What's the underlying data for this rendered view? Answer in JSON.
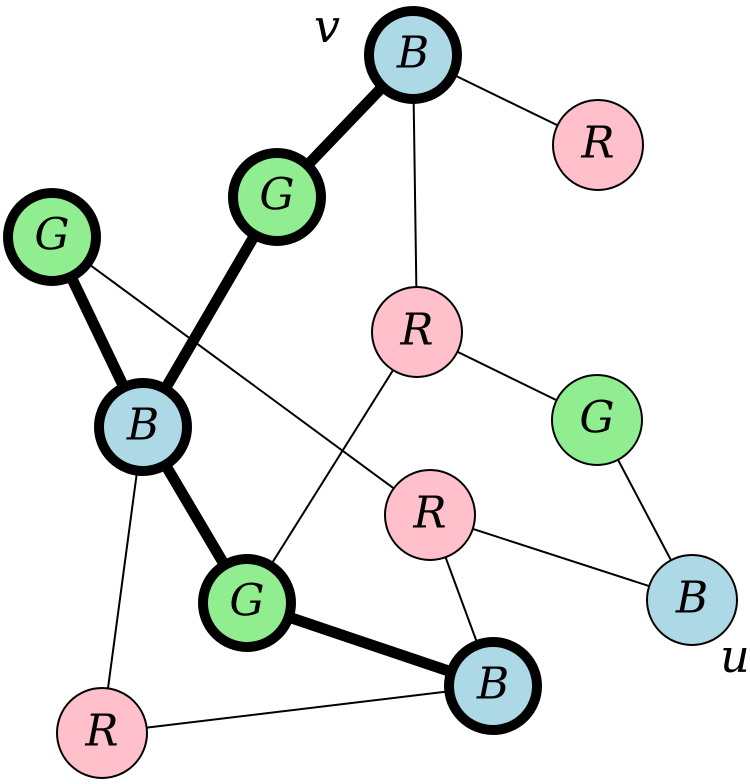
{
  "colors": {
    "R": "#ffc0cb",
    "G": "#90ee90",
    "B": "#add8e6",
    "stroke": "#000000"
  },
  "nodes": [
    {
      "id": "n1",
      "label": "B",
      "color": "B",
      "highlight": true
    },
    {
      "id": "n2",
      "label": "R",
      "color": "R",
      "highlight": false
    },
    {
      "id": "n3",
      "label": "G",
      "color": "G",
      "highlight": true
    },
    {
      "id": "n4",
      "label": "G",
      "color": "G",
      "highlight": true
    },
    {
      "id": "n5",
      "label": "R",
      "color": "R",
      "highlight": false
    },
    {
      "id": "n6",
      "label": "B",
      "color": "B",
      "highlight": true
    },
    {
      "id": "n7",
      "label": "G",
      "color": "G",
      "highlight": false
    },
    {
      "id": "n8",
      "label": "R",
      "color": "R",
      "highlight": false
    },
    {
      "id": "n9",
      "label": "G",
      "color": "G",
      "highlight": true
    },
    {
      "id": "n10",
      "label": "B",
      "color": "B",
      "highlight": false
    },
    {
      "id": "n11",
      "label": "B",
      "color": "B",
      "highlight": true
    },
    {
      "id": "n12",
      "label": "R",
      "color": "R",
      "highlight": false
    }
  ],
  "edges": [
    {
      "from": "n1",
      "to": "n2",
      "bold": false
    },
    {
      "from": "n1",
      "to": "n5",
      "bold": false
    },
    {
      "from": "n1",
      "to": "n3",
      "bold": true
    },
    {
      "from": "n3",
      "to": "n6",
      "bold": true
    },
    {
      "from": "n4",
      "to": "n6",
      "bold": true
    },
    {
      "from": "n4",
      "to": "n8",
      "bold": false
    },
    {
      "from": "n5",
      "to": "n7",
      "bold": false
    },
    {
      "from": "n5",
      "to": "n9",
      "bold": false
    },
    {
      "from": "n6",
      "to": "n9",
      "bold": true
    },
    {
      "from": "n6",
      "to": "n12",
      "bold": false
    },
    {
      "from": "n7",
      "to": "n10",
      "bold": false
    },
    {
      "from": "n8",
      "to": "n10",
      "bold": false
    },
    {
      "from": "n8",
      "to": "n11",
      "bold": false
    },
    {
      "from": "n9",
      "to": "n11",
      "bold": true
    },
    {
      "from": "n12",
      "to": "n11",
      "bold": false
    }
  ],
  "vertex_labels": [
    {
      "node": "n1",
      "text": "v"
    },
    {
      "node": "n10",
      "text": "u"
    }
  ]
}
